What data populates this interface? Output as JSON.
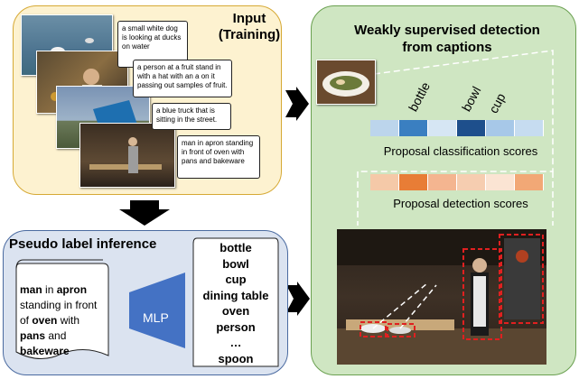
{
  "input_panel": {
    "title_line1": "Input",
    "title_line2": "(Training)",
    "captions": [
      "a small white dog is looking at ducks on water",
      "a person at a fruit stand in with a hat with an a on it passing out samples of fruit.",
      "a blue truck that is sitting in the street.",
      "man in apron standing in front of oven with pans and bakeware"
    ]
  },
  "pseudo_panel": {
    "title": "Pseudo label inference",
    "doc_words": [
      {
        "t": "man",
        "b": true
      },
      {
        "t": " in ",
        "b": false
      },
      {
        "t": "apron",
        "b": true
      },
      {
        "t": " standing in front of ",
        "b": false
      },
      {
        "t": "oven",
        "b": true
      },
      {
        "t": " with ",
        "b": false
      },
      {
        "t": "pans",
        "b": true
      },
      {
        "t": " and ",
        "b": false
      },
      {
        "t": "bakeware",
        "b": true
      }
    ],
    "mlp_label": "MLP",
    "class_list": [
      "bottle",
      "bowl",
      "cup",
      "dining table",
      "oven",
      "person",
      "…",
      "spoon"
    ]
  },
  "weak_panel": {
    "title_line1": "Weakly supervised detection",
    "title_line2": "from captions",
    "class_labels": [
      "bottle",
      "bowl",
      "cup"
    ],
    "classification_label": "Proposal classification scores",
    "detection_label": "Proposal detection scores",
    "classification_colors": [
      "#bcd5ec",
      "#3a7fc1",
      "#d6e6f4",
      "#1e4f8c",
      "#a7c8e8",
      "#c6dcf0"
    ],
    "detection_colors": [
      "#f5c9a8",
      "#e87d36",
      "#f4b590",
      "#f6cdb0",
      "#fbe4d3",
      "#f2a876"
    ]
  },
  "colors": {
    "input_bg": "#fdf2d0",
    "pseudo_bg": "#dbe3f0",
    "weak_bg": "#cfe6c2",
    "mlp_fill": "#4472c4",
    "box_red": "#e02020"
  }
}
